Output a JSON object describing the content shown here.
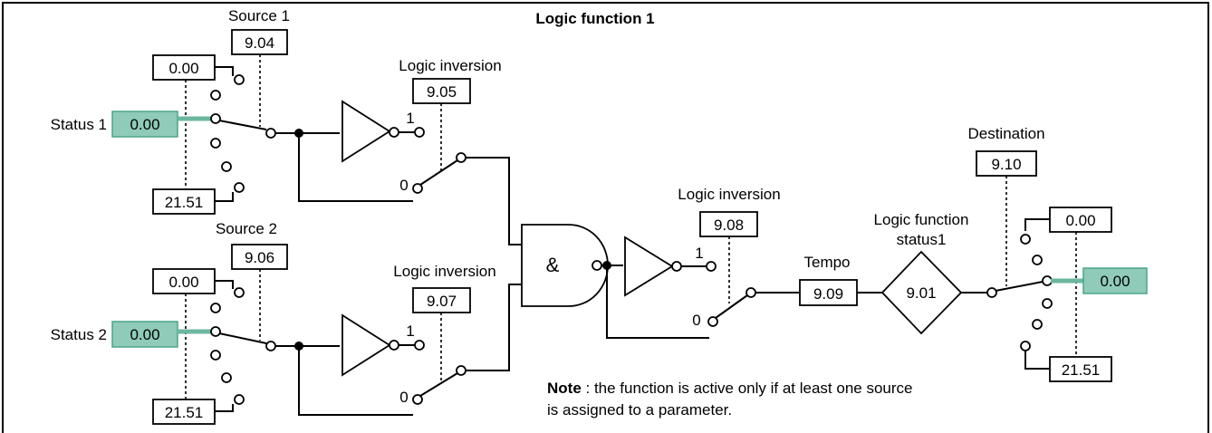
{
  "title": "Logic function 1",
  "source1": {
    "label": "Source 1",
    "param": "9.04",
    "top": "0.00",
    "bottom": "21.51"
  },
  "source2": {
    "label": "Source 2",
    "param": "9.06",
    "top": "0.00",
    "bottom": "21.51"
  },
  "status1": {
    "label": "Status 1",
    "value": "0.00"
  },
  "status2": {
    "label": "Status 2",
    "value": "0.00"
  },
  "inversion1": {
    "label": "Logic inversion",
    "param": "9.05",
    "on": "1",
    "off": "0"
  },
  "inversion2": {
    "label": "Logic inversion",
    "param": "9.07",
    "on": "1",
    "off": "0"
  },
  "inversion3": {
    "label": "Logic inversion",
    "param": "9.08",
    "on": "1",
    "off": "0"
  },
  "and_gate": {
    "symbol": "&"
  },
  "tempo": {
    "label": "Tempo",
    "param": "9.09"
  },
  "status_out": {
    "label_line1": "Logic function",
    "label_line2": "status1",
    "param": "9.01"
  },
  "destination": {
    "label": "Destination",
    "param": "9.10",
    "top": "0.00",
    "bottom": "21.51",
    "value": "0.00"
  },
  "note": {
    "bold": "Note",
    "line1": " : the function is active only if at least one source",
    "line2": "is assigned to a parameter."
  },
  "colors": {
    "highlight_fill": "#8fcbb8",
    "highlight_line": "#6bb7a0"
  }
}
